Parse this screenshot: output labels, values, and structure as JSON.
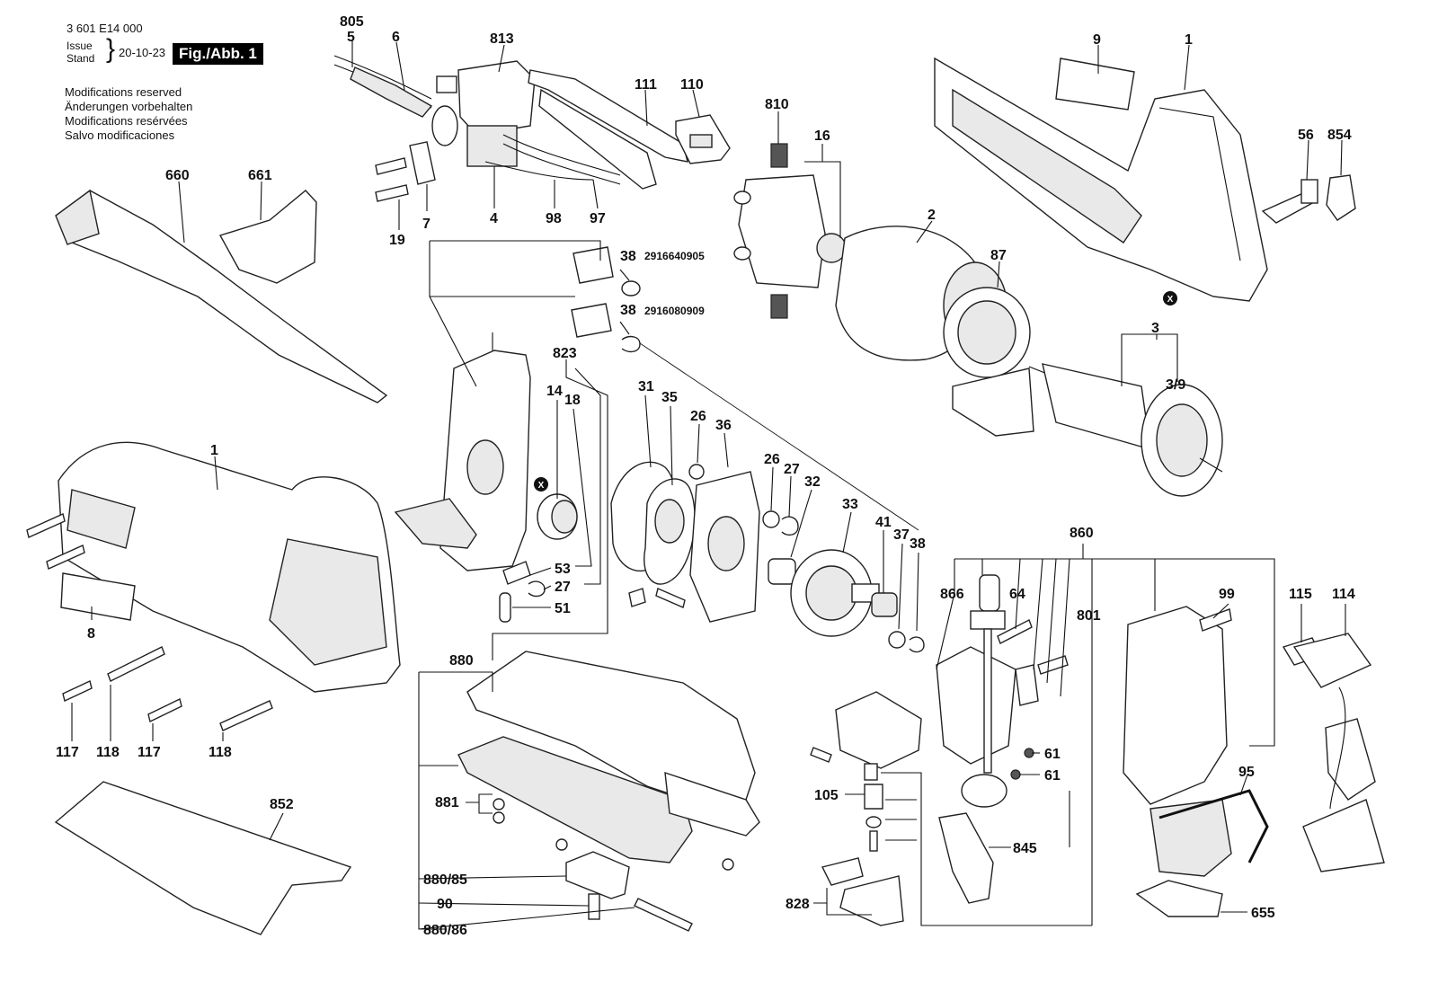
{
  "header": {
    "doc_number": "3 601 E14 000",
    "issue_labels": [
      "Issue",
      "Stand"
    ],
    "issue_date": "20-10-23",
    "figure_label": "Fig./Abb. 1",
    "notes": [
      "Modifications reserved",
      "Änderungen vorbehalten",
      "Modifications resérvées",
      "Salvo modificaciones"
    ]
  },
  "callouts": {
    "c805": "805",
    "c5": "5",
    "c6": "6",
    "c813": "813",
    "c111": "111",
    "c110": "110",
    "c9": "9",
    "c1_top": "1",
    "c56": "56",
    "c854": "854",
    "c660": "660",
    "c661": "661",
    "c7": "7",
    "c4": "4",
    "c98": "98",
    "c97": "97",
    "c19": "19",
    "c810": "810",
    "c16": "16",
    "c2": "2",
    "c87": "87",
    "c3": "3",
    "c3_9": "3/9",
    "c38a": "38",
    "c38b": "38",
    "c823": "823",
    "c14": "14",
    "c18": "18",
    "c31": "31",
    "c35": "35",
    "c26a": "26",
    "c36": "36",
    "c26b": "26",
    "c27a": "27",
    "c32": "32",
    "c33": "33",
    "c41": "41",
    "c37": "37",
    "c38c": "38",
    "c1_body": "1",
    "c8": "8",
    "c117a": "117",
    "c118a": "118",
    "c117b": "117",
    "c118b": "118",
    "c53": "53",
    "c27b": "27",
    "c51": "51",
    "c880": "880",
    "c852": "852",
    "c881": "881",
    "c880_85": "880/85",
    "c90": "90",
    "c880_86": "880/86",
    "c860": "860",
    "c866": "866",
    "c64": "64",
    "c801": "801",
    "c99": "99",
    "c115": "115",
    "c114": "114",
    "c61a": "61",
    "c61b": "61",
    "c95": "95",
    "c105": "105",
    "c845": "845",
    "c828": "828",
    "c655": "655"
  },
  "part_numbers": {
    "pn38a": "2916640905",
    "pn38b": "2916080909"
  },
  "reference_markers": {
    "x1": "X",
    "x2": "X"
  }
}
